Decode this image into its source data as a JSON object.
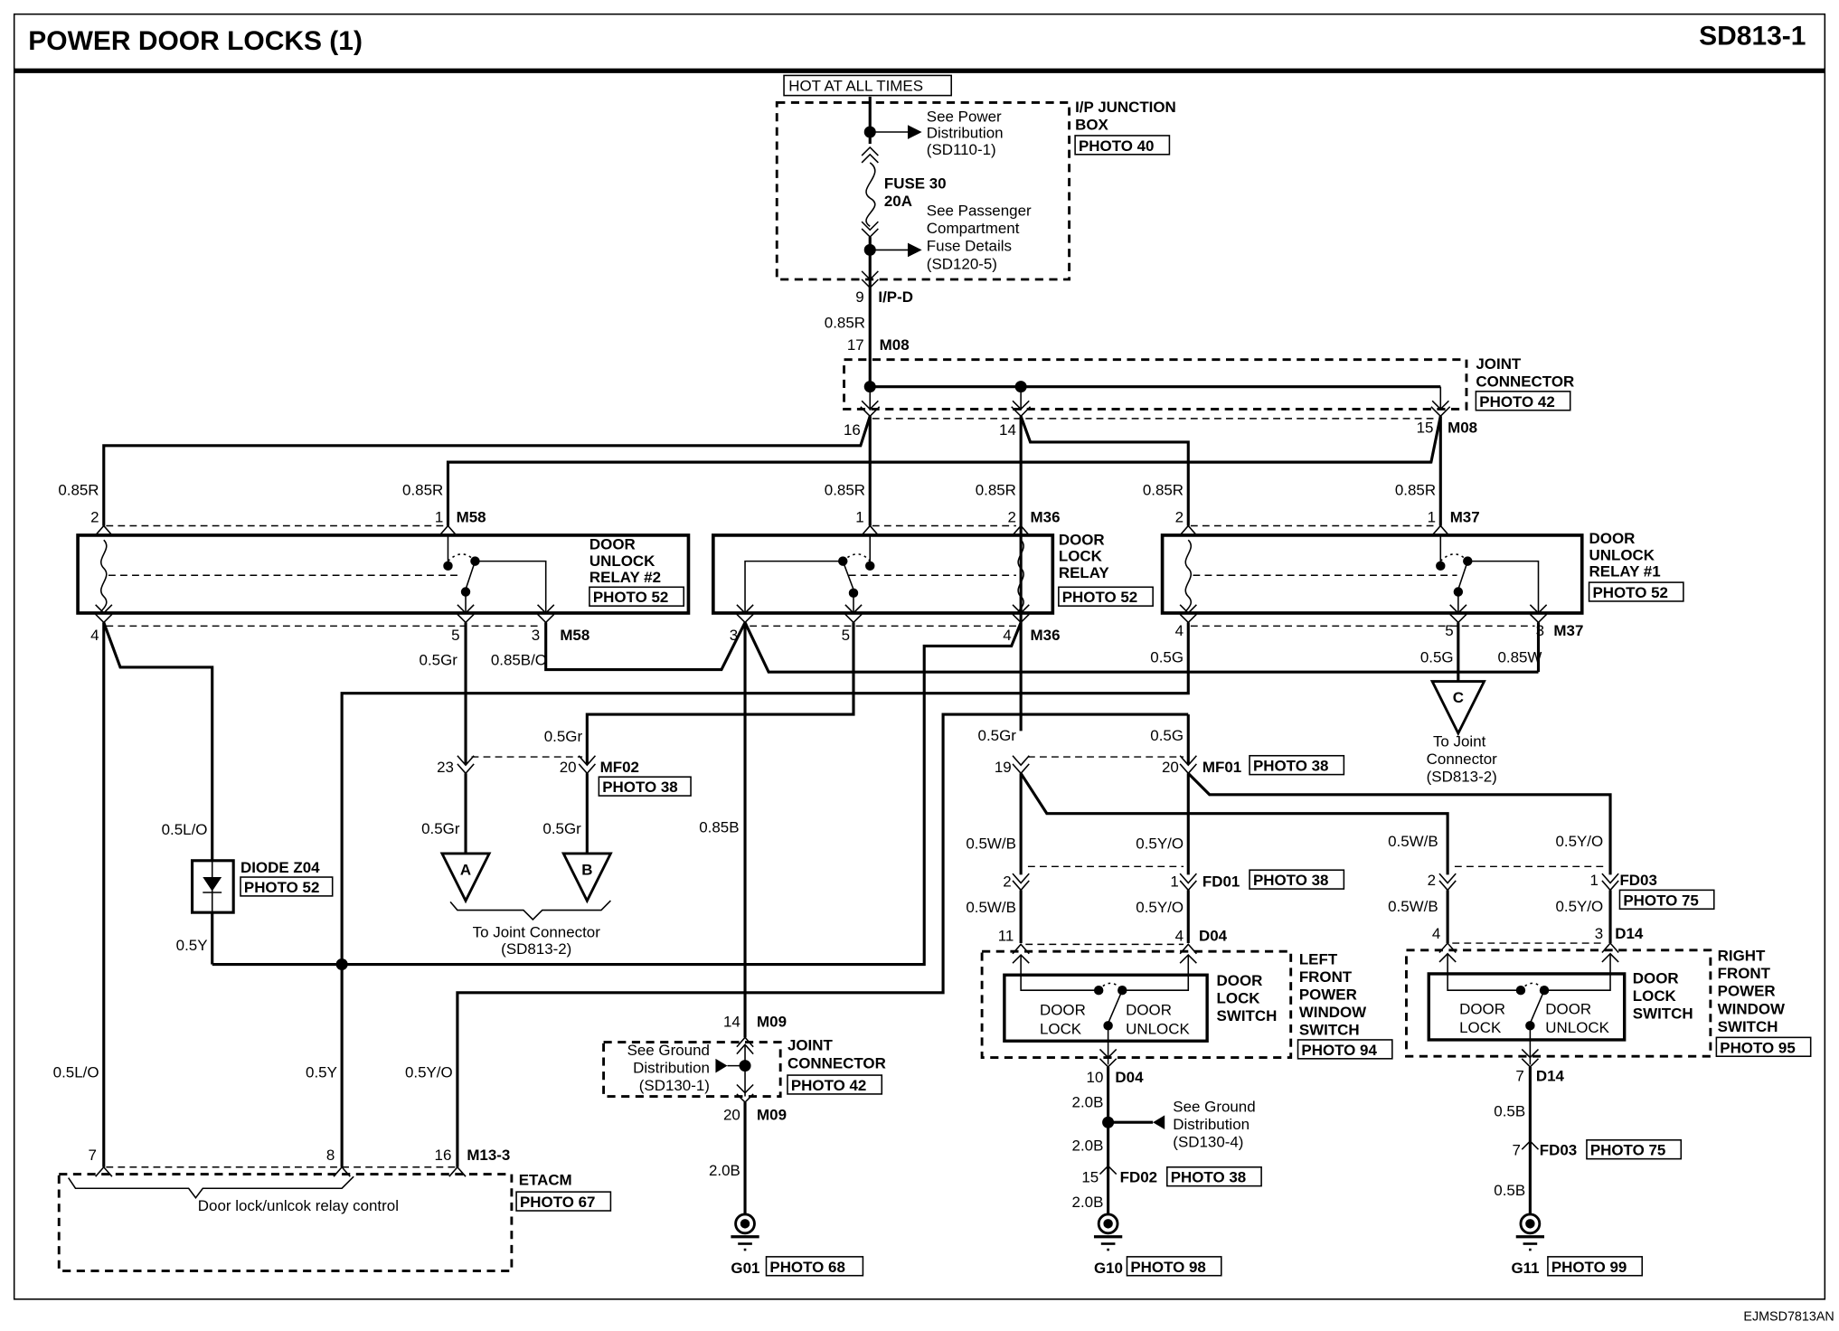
{
  "header": {
    "title": "POWER DOOR LOCKS (1)",
    "page_id": "SD813-1"
  },
  "footer": {
    "code": "EJMSD7813AN"
  },
  "power": {
    "hot_label": "HOT AT ALL TIMES",
    "junction_box": {
      "line1": "I/P JUNCTION",
      "line2": "BOX",
      "photo": "PHOTO 40"
    },
    "power_ref": [
      "See Power",
      "Distribution",
      "(SD110-1)"
    ],
    "fuse": {
      "name": "FUSE 30",
      "rating": "20A"
    },
    "fuse_ref": [
      "See Passenger",
      "Compartment",
      "Fuse Details",
      "(SD120-5)"
    ],
    "ipd": {
      "pin": "9",
      "connector": "I/P-D"
    },
    "wire_ipd": "0.85R",
    "m08_in": {
      "pin": "17",
      "connector": "M08"
    }
  },
  "joint_connector_top": {
    "line1": "JOINT",
    "line2": "CONNECTOR",
    "photo": "PHOTO 42",
    "pin16": "16",
    "pin14": "14",
    "pin15": "15",
    "connector": "M08"
  },
  "relays": {
    "unlock2": {
      "line1": "DOOR",
      "line2": "UNLOCK",
      "line3": "RELAY #2",
      "photo": "PHOTO 52",
      "wire_a": "0.85R",
      "wire_b": "0.85R",
      "pin2": "2",
      "pin1": "1",
      "conn_top": "M58",
      "pin4": "4",
      "pin5": "5",
      "pin3": "3",
      "conn_bot": "M58",
      "wire5": "0.5Gr",
      "wire3": "0.85B/O"
    },
    "lock": {
      "line1": "DOOR",
      "line2": "LOCK",
      "line3": "RELAY",
      "photo": "PHOTO 52",
      "wire_a": "0.85R",
      "wire_b": "0.85R",
      "pin1": "1",
      "pin2": "2",
      "conn_top": "M36",
      "pin3": "3",
      "pin5": "5",
      "pin4": "4",
      "conn_bot": "M36"
    },
    "unlock1": {
      "line1": "DOOR",
      "line2": "UNLOCK",
      "line3": "RELAY #1",
      "photo": "PHOTO 52",
      "wire_a": "0.85R",
      "wire_b": "0.85R",
      "pin2": "2",
      "pin1": "1",
      "conn_top": "M37",
      "pin4": "4",
      "pin5": "5",
      "pin3": "3",
      "conn_bot": "M37",
      "wire4": "0.5G",
      "wire5": "0.5G",
      "wire3": "0.85W"
    }
  },
  "connector_c": {
    "letter": "C",
    "ref": [
      "To Joint",
      "Connector",
      "(SD813-2)"
    ]
  },
  "mf02": {
    "wire_top": "0.5Gr",
    "pin23": "23",
    "pin20": "20",
    "connector": "MF02",
    "photo": "PHOTO 38",
    "wire_a": "0.5Gr",
    "wire_b": "0.5Gr",
    "letter_a": "A",
    "letter_b": "B",
    "ref": [
      "To Joint Connector",
      "(SD813-2)"
    ]
  },
  "diode": {
    "wire_top": "0.5L/O",
    "name": "DIODE Z04",
    "photo": "PHOTO 52",
    "wire_bot": "0.5Y"
  },
  "ground_m09": {
    "wire": "0.85B",
    "pin14": "14",
    "conn": "M09",
    "ref": [
      "See Ground",
      "Distribution",
      "(SD130-1)"
    ],
    "jc_line1": "JOINT",
    "jc_line2": "CONNECTOR",
    "jc_photo": "PHOTO 42",
    "pin20": "20",
    "conn2": "M09",
    "wire2": "2.0B",
    "ground": "G01",
    "ground_photo": "PHOTO 68"
  },
  "etacm": {
    "wire7": "0.5L/O",
    "wire8": "0.5Y",
    "wire16": "0.5Y/O",
    "pin7": "7",
    "pin8": "8",
    "pin16": "16",
    "connector": "M13-3",
    "name": "ETACM",
    "photo": "PHOTO 67",
    "function": "Door lock/unlcok relay control"
  },
  "mf01": {
    "wire19": "0.5Gr",
    "wire20": "0.5G",
    "pin19": "19",
    "pin20": "20",
    "connector": "MF01",
    "photo": "PHOTO 38"
  },
  "left_switch": {
    "wire_wb": "0.5W/B",
    "wire_yo": "0.5Y/O",
    "fd01_pin2": "2",
    "fd01_pin1": "1",
    "fd01": "FD01",
    "fd01_photo": "PHOTO 38",
    "wire_wb2": "0.5W/B",
    "wire_yo2": "0.5Y/O",
    "pin11": "11",
    "pin4": "4",
    "conn": "D04",
    "lock_label": [
      "DOOR",
      "LOCK"
    ],
    "unlock_label": [
      "DOOR",
      "UNLOCK"
    ],
    "switch_label": [
      "DOOR",
      "LOCK",
      "SWITCH"
    ],
    "name": [
      "LEFT",
      "FRONT",
      "POWER",
      "WINDOW",
      "SWITCH"
    ],
    "photo": "PHOTO 94",
    "pin10": "10",
    "conn2": "D04",
    "wire_g1": "2.0B",
    "ground_ref": [
      "See Ground",
      "Distribution",
      "(SD130-4)"
    ],
    "wire_g2": "2.0B",
    "pin15": "15",
    "fd02": "FD02",
    "fd02_photo": "PHOTO 38",
    "wire_g3": "2.0B",
    "ground": "G10",
    "ground_photo": "PHOTO 98"
  },
  "right_switch": {
    "wire_wb": "0.5W/B",
    "wire_yo": "0.5Y/O",
    "fd03_pin2": "2",
    "fd03_pin1": "1",
    "fd03": "FD03",
    "fd03_photo": "PHOTO 75",
    "wire_wb2": "0.5W/B",
    "wire_yo2": "0.5Y/O",
    "pin4": "4",
    "pin3": "3",
    "conn": "D14",
    "lock_label": [
      "DOOR",
      "LOCK"
    ],
    "unlock_label": [
      "DOOR",
      "UNLOCK"
    ],
    "switch_label": [
      "DOOR",
      "LOCK",
      "SWITCH"
    ],
    "name": [
      "RIGHT",
      "FRONT",
      "POWER",
      "WINDOW",
      "SWITCH"
    ],
    "photo": "PHOTO 95",
    "pin7": "7",
    "conn2": "D14",
    "wire_g1": "0.5B",
    "pin7b": "7",
    "fd03b": "FD03",
    "fd03b_photo": "PHOTO 75",
    "wire_g2": "0.5B",
    "ground": "G11",
    "ground_photo": "PHOTO 99"
  }
}
